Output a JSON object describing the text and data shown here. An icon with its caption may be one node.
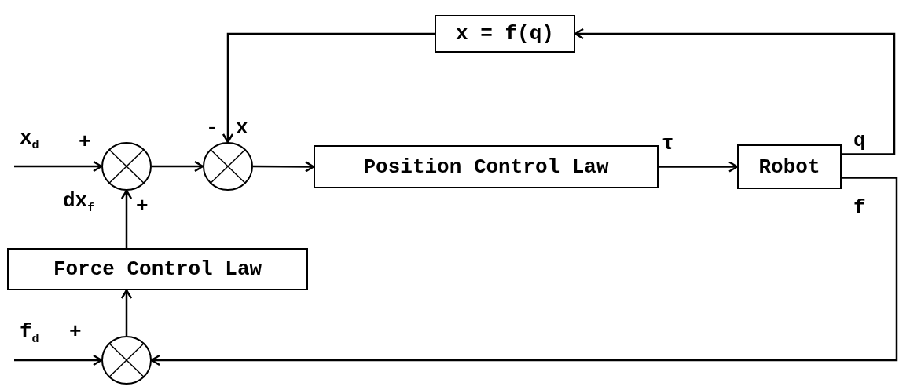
{
  "diagram": {
    "nodes": [
      {
        "text": [
          "x = f(q)"
        ]
      },
      {
        "text": [],
        "shape": "circle"
      },
      {
        "text": [],
        "shape": "circle"
      },
      {
        "text": [
          "Position Control Law"
        ]
      },
      {
        "text": [
          "Robot"
        ]
      },
      {
        "text": [
          "Force Control Law"
        ]
      },
      {
        "text": [],
        "shape": "circle"
      }
    ],
    "edges": [
      {
        "from": null,
        "to": 1,
        "arrow": "to",
        "label": "x$_{d}$"
      },
      {
        "from": 1,
        "to": 2,
        "arrow": "to"
      },
      {
        "from": 0,
        "to": 2,
        "arrow": "to",
        "label": "x"
      },
      {
        "from": 2,
        "to": 3,
        "arrow": "to"
      },
      {
        "from": 3,
        "to": 4,
        "arrow": "to",
        "label": "τ"
      },
      {
        "from": 4,
        "to": 0,
        "arrow": "to",
        "label": "q"
      },
      {
        "from": 4,
        "to": 6,
        "arrow": "to",
        "label": "f"
      },
      {
        "from": 5,
        "to": 1,
        "arrow": "to",
        "label": "dx$_{f}$"
      },
      {
        "from": 6,
        "to": 5,
        "arrow": "to"
      },
      {
        "from": null,
        "to": 6,
        "arrow": "to",
        "label": "f$_{d}$"
      }
    ],
    "labels": [
      "-",
      "+",
      "+",
      "+"
    ]
  }
}
